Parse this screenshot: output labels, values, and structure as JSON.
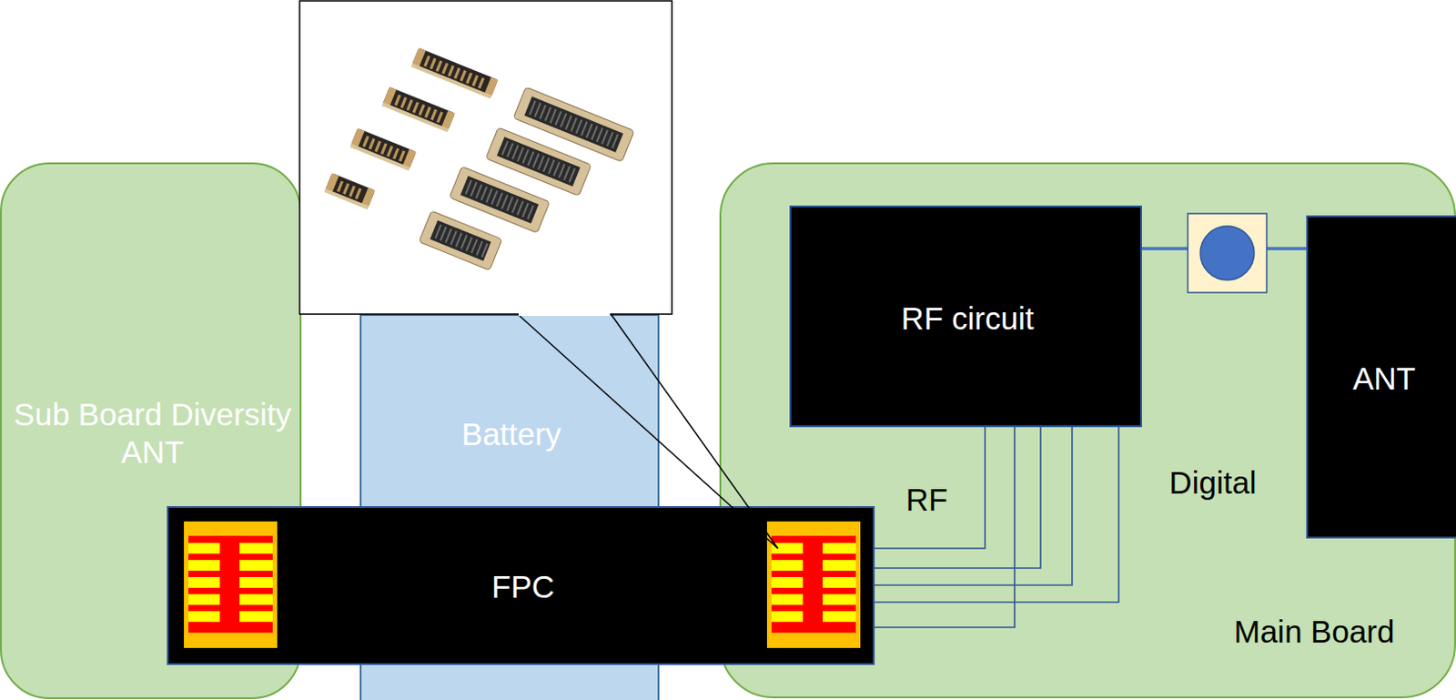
{
  "diagram": {
    "nodes": [
      {
        "text": [
          "Sub Board Diversity ANT"
        ]
      },
      {
        "text": [
          "Battery"
        ]
      },
      {
        "text": [
          "FPC"
        ]
      },
      {
        "text": [
          "Main Board"
        ]
      },
      {
        "text": [
          "RF circuit"
        ],
        "in": 3
      },
      {
        "text": [
          "ANT"
        ],
        "in": 3
      }
    ],
    "edges": [
      {
        "from": 4,
        "to": 5,
        "arrow": "none"
      },
      {
        "from": 4,
        "to": 2,
        "arrow": "none"
      },
      {
        "from": 4,
        "to": 2,
        "arrow": "none"
      },
      {
        "from": 4,
        "to": 2,
        "arrow": "none"
      },
      {
        "from": 4,
        "to": 2,
        "arrow": "none"
      },
      {
        "from": 4,
        "to": 2,
        "arrow": "none"
      }
    ],
    "labels": [
      "RF",
      "Digital"
    ]
  }
}
